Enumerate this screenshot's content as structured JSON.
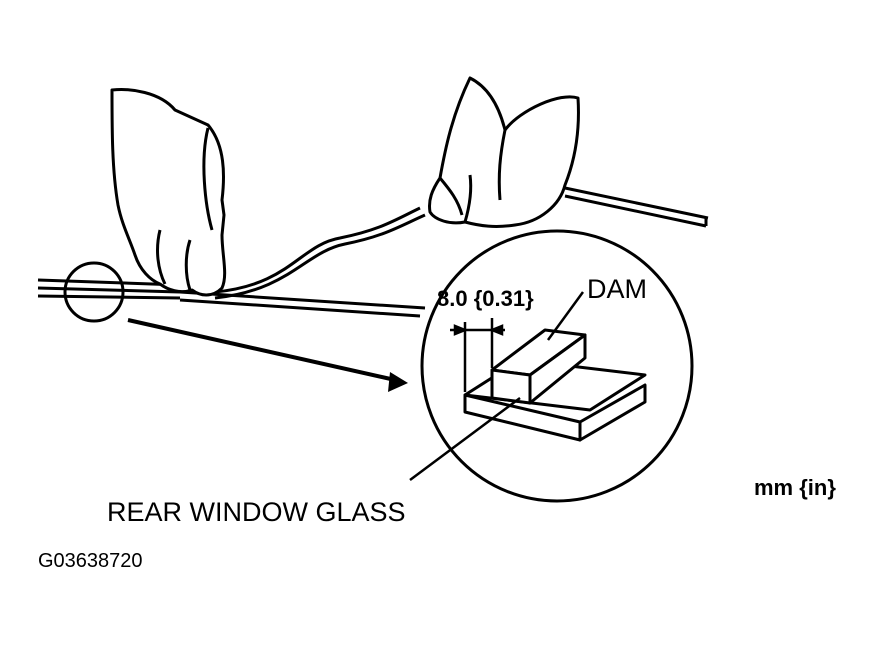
{
  "labels": {
    "dimension": "8.0 {0.31}",
    "dam": "DAM",
    "rear_window_glass": "REAR WINDOW GLASS",
    "units": "mm {in}",
    "figure_code": "G03638720"
  },
  "colors": {
    "ink": "#000000",
    "paper": "#ffffff"
  }
}
